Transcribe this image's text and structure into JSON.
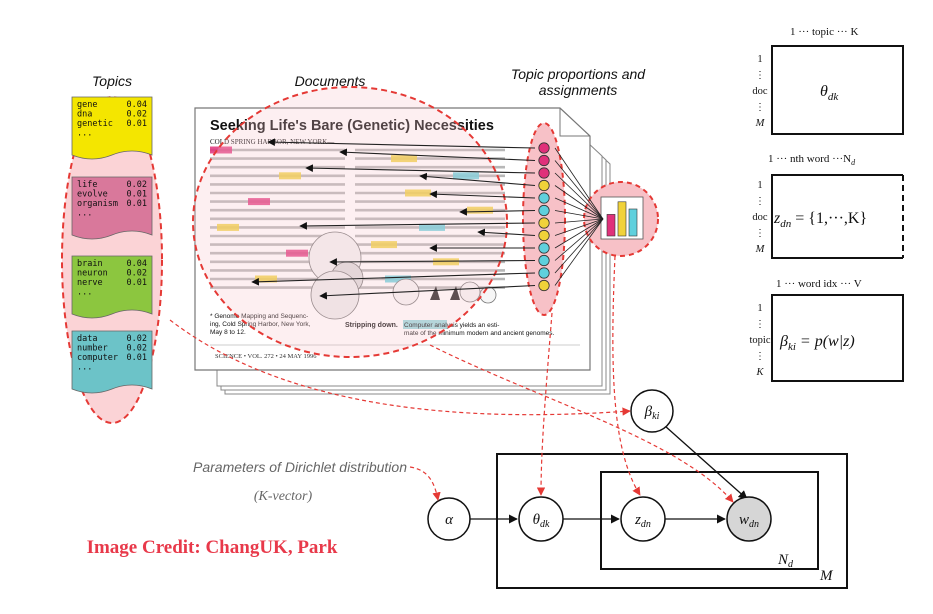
{
  "headers": {
    "topics": "Topics",
    "documents": "Documents",
    "proportions_line1": "Topic proportions and",
    "proportions_line2": "assignments"
  },
  "topics": [
    {
      "color": "#f4e600",
      "rows": [
        [
          "gene",
          "0.04"
        ],
        [
          "dna",
          "0.02"
        ],
        [
          "genetic",
          "0.01"
        ],
        [
          "...",
          ""
        ]
      ]
    },
    {
      "color": "#d9789b",
      "rows": [
        [
          "life",
          "0.02"
        ],
        [
          "evolve",
          "0.01"
        ],
        [
          "organism",
          "0.01"
        ],
        [
          "...",
          ""
        ]
      ]
    },
    {
      "color": "#8cc63f",
      "rows": [
        [
          "brain",
          "0.04"
        ],
        [
          "neuron",
          "0.02"
        ],
        [
          "nerve",
          "0.01"
        ],
        [
          "...",
          ""
        ]
      ]
    },
    {
      "color": "#6cc3c8",
      "rows": [
        [
          "data",
          "0.02"
        ],
        [
          "number",
          "0.02"
        ],
        [
          "computer",
          "0.01"
        ],
        [
          "...",
          ""
        ]
      ]
    }
  ],
  "article": {
    "title": "Seeking Life's Bare (Genetic) Necessities",
    "dateline": "COLD SPRING HARBOR, NEW YORK—",
    "footnote_line1": "* Genome Mapping and Sequenc-",
    "footnote_line2": "ing, Cold Spring Harbor, New York,",
    "footnote_line3": "May 8 to 12.",
    "caption_bold": "Stripping down.",
    "caption_line1": "Computer analysis yields an esti-",
    "caption_line2": "mate of the minimum modern and ancient genomes.",
    "footer": "SCIENCE • VOL. 272 • 24 MAY 1996"
  },
  "proportion_dots": [
    "#e0317a",
    "#e0317a",
    "#e0317a",
    "#f0d23a",
    "#5fd0dd",
    "#5fd0dd",
    "#f0d23a",
    "#f0d23a",
    "#5fd0dd",
    "#5fd0dd",
    "#5fd0dd",
    "#f0d23a"
  ],
  "histogram": {
    "bars": [
      {
        "color": "#e0317a",
        "value": 0.6
      },
      {
        "color": "#f0d23a",
        "value": 0.95
      },
      {
        "color": "#5fd0dd",
        "value": 0.75
      }
    ]
  },
  "matrices": {
    "theta": {
      "col_header": "1  ···  topic  ···  K",
      "row_labels": [
        "1",
        "⋮",
        "doc",
        "⋮",
        "M"
      ],
      "label": "θ",
      "label_sub": "dk"
    },
    "z": {
      "col_header": "1 ··· nth word ···N",
      "col_header_sub": "d",
      "row_labels": [
        "1",
        "⋮",
        "doc",
        "⋮",
        "M"
      ],
      "label": "z",
      "label_sub": "dn",
      "label_tail": " = {1,···,K}"
    },
    "beta": {
      "col_header": "1 ··· word idx ··· V",
      "row_labels": [
        "1",
        "⋮",
        "topic",
        "⋮",
        "K"
      ],
      "label": "β",
      "label_sub": "ki",
      "label_tail": " = p(w|z)"
    }
  },
  "graphical_model": {
    "alpha": "α",
    "theta": "θ",
    "theta_sub": "dk",
    "z": "z",
    "z_sub": "dn",
    "w": "w",
    "w_sub": "dn",
    "beta": "β",
    "beta_sub": "ki",
    "plate_inner": "N",
    "plate_inner_sub": "d",
    "plate_outer": "M"
  },
  "annotation_line1": "Parameters of Dirichlet distribution",
  "annotation_line2": "(K-vector)",
  "credit": "Image Credit: ChangUK, Park",
  "colors": {
    "accent_red": "#e53935",
    "ellipse_fill": "#fbd3d6",
    "credit": "#e8394a"
  }
}
